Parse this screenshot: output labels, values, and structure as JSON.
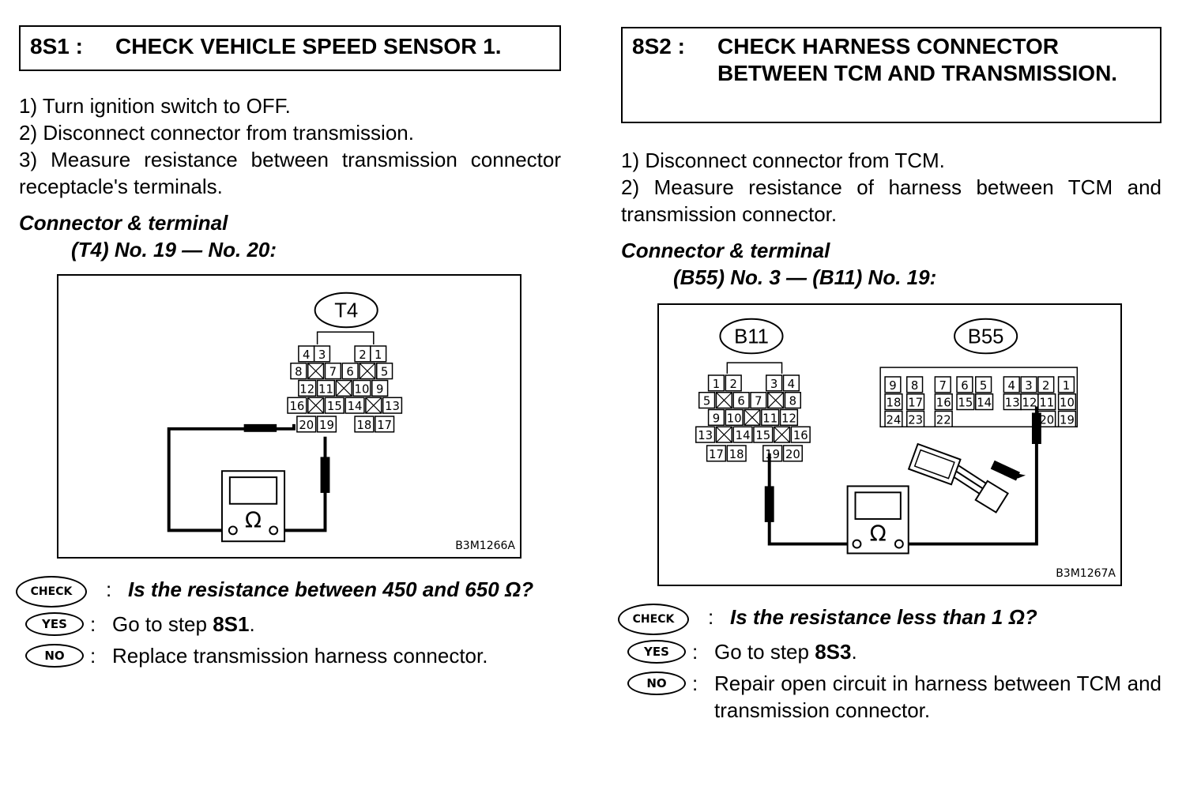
{
  "left": {
    "step_id": "8S1 :",
    "title": "CHECK VEHICLE SPEED SENSOR 1.",
    "steps": [
      "1)  Turn ignition switch to OFF.",
      "2)  Disconnect connector from transmission.",
      "3)  Measure resistance between transmission connector receptacle's terminals."
    ],
    "connector_heading": "Connector & terminal",
    "connector_terms": "(T4) No. 19 — No. 20:",
    "figure": {
      "connector_label": "T4",
      "figure_id": "B3M1266A",
      "terminal_rows": [
        [
          "4",
          "3",
          "2",
          "1"
        ],
        [
          "8",
          "7",
          "6",
          "5"
        ],
        [
          "12",
          "11",
          "10",
          "9"
        ],
        [
          "16",
          "15",
          "14",
          "13"
        ],
        [
          "20",
          "19",
          "18",
          "17"
        ]
      ],
      "meter_symbol": "Ω"
    },
    "check_label": "CHECK",
    "check_question": "Is the resistance between 450 and 650 Ω?",
    "yes_label": "YES",
    "yes_prefix": "Go to step ",
    "yes_step": "8S1",
    "yes_suffix": ".",
    "no_label": "NO",
    "no_text": "Replace transmission harness connector."
  },
  "right": {
    "step_id": "8S2 :",
    "title": "CHECK HARNESS CONNECTOR BETWEEN TCM AND TRANSMISSION.",
    "steps": [
      "1)  Disconnect connector from TCM.",
      "2)  Measure resistance of harness between TCM and transmission connector."
    ],
    "connector_heading": "Connector & terminal",
    "connector_terms": "(B55) No. 3 — (B11) No. 19:",
    "figure": {
      "connector_label_a": "B11",
      "connector_label_b": "B55",
      "figure_id": "B3M1267A",
      "b11_rows": [
        [
          "1",
          "2",
          "3",
          "4"
        ],
        [
          "5",
          "6",
          "7",
          "8"
        ],
        [
          "9",
          "10",
          "11",
          "12"
        ],
        [
          "13",
          "14",
          "15",
          "16"
        ],
        [
          "17",
          "18",
          "19",
          "20"
        ]
      ],
      "b55_rows": [
        [
          "9",
          "8",
          "7",
          "6",
          "5",
          "4",
          "3",
          "2",
          "1"
        ],
        [
          "18",
          "17",
          "16",
          "15",
          "14",
          "13",
          "12",
          "11",
          "10"
        ],
        [
          "24",
          "23",
          "22",
          "20",
          "19"
        ]
      ],
      "meter_symbol": "Ω"
    },
    "check_label": "CHECK",
    "check_question": "Is the resistance less than 1 Ω?",
    "yes_label": "YES",
    "yes_prefix": "Go to step ",
    "yes_step": "8S3",
    "yes_suffix": ".",
    "no_label": "NO",
    "no_text": "Repair open circuit in harness between TCM and transmission connector."
  }
}
